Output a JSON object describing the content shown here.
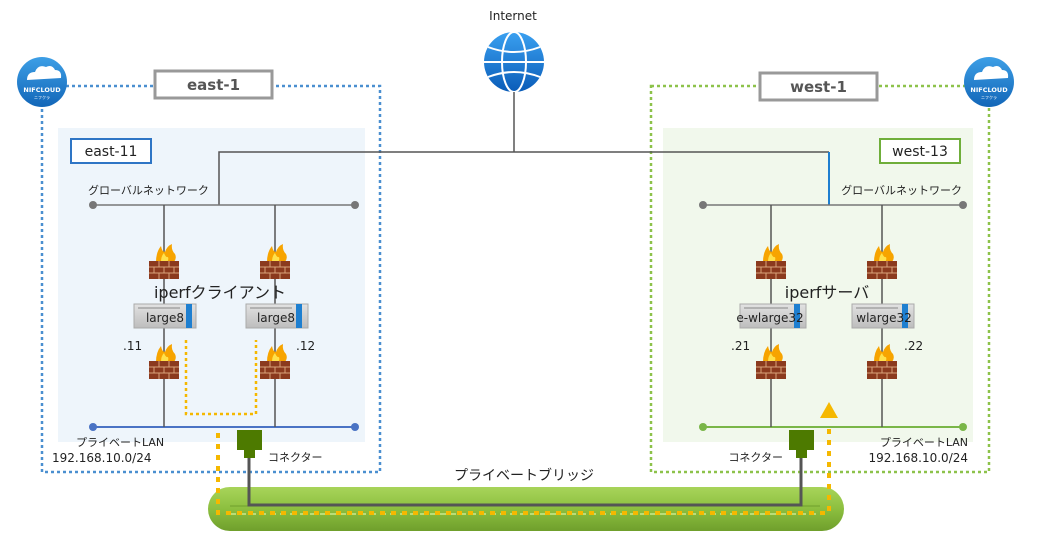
{
  "internet": {
    "label": "Internet"
  },
  "logo": {
    "text": "NIFCLOUD",
    "subtext": "ニフクラ"
  },
  "regions": {
    "east": {
      "label": "east-1",
      "zone": "east-11"
    },
    "west": {
      "label": "west-1",
      "zone": "west-13"
    }
  },
  "global_network": {
    "label": "グローバルネットワーク"
  },
  "east": {
    "role_label": "iperfクライアント",
    "servers": [
      "large8",
      "large8"
    ],
    "ips": [
      ".11",
      ".12"
    ],
    "lan_label": "プライベートLAN",
    "lan_cidr": "192.168.10.0/24",
    "connector": "コネクター"
  },
  "west": {
    "role_label": "iperfサーバ",
    "servers": [
      "e-wlarge32",
      "wlarge32"
    ],
    "ips": [
      ".21",
      ".22"
    ],
    "lan_label": "プライベートLAN",
    "lan_cidr": "192.168.10.0/24",
    "connector": "コネクター"
  },
  "bridge": {
    "label": "プライベートブリッジ"
  },
  "colors": {
    "east_accent": "#4a8fd0",
    "west_accent": "#8dc24a",
    "east_zone_fill": "#eef5fb",
    "west_zone_fill": "#f1f8ec",
    "east_lan_line": "#4a73c4",
    "west_lan_line": "#7ab648",
    "arrow": "#f5b800",
    "bridge": "#8cbf3f",
    "connector": "#4d7a00",
    "firewall_brick": "#8b3a1e",
    "server_blue": "#1e7fd0"
  }
}
